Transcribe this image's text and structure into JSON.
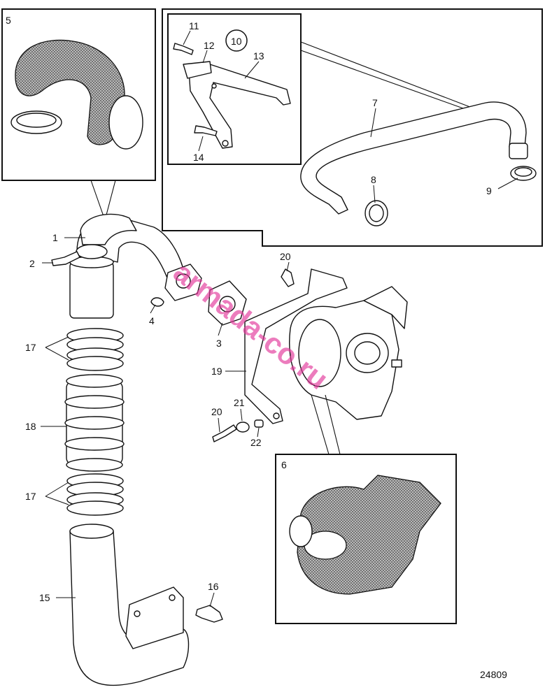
{
  "labels": {
    "l1": "1",
    "l2": "2",
    "l3": "3",
    "l4": "4",
    "l5": "5",
    "l6": "6",
    "l7": "7",
    "l8": "8",
    "l9": "9",
    "l10": "10",
    "l11": "11",
    "l12": "12",
    "l13": "13",
    "l14": "14",
    "l15": "15",
    "l16": "16",
    "l17a": "17",
    "l17b": "17",
    "l18": "18",
    "l19": "19",
    "l20a": "20",
    "l20b": "20",
    "l21": "21",
    "l22": "22"
  },
  "figure_number": "24809",
  "watermark": "armada-co.ru",
  "colors": {
    "watermark": "#e3379a",
    "line": "#111111"
  }
}
